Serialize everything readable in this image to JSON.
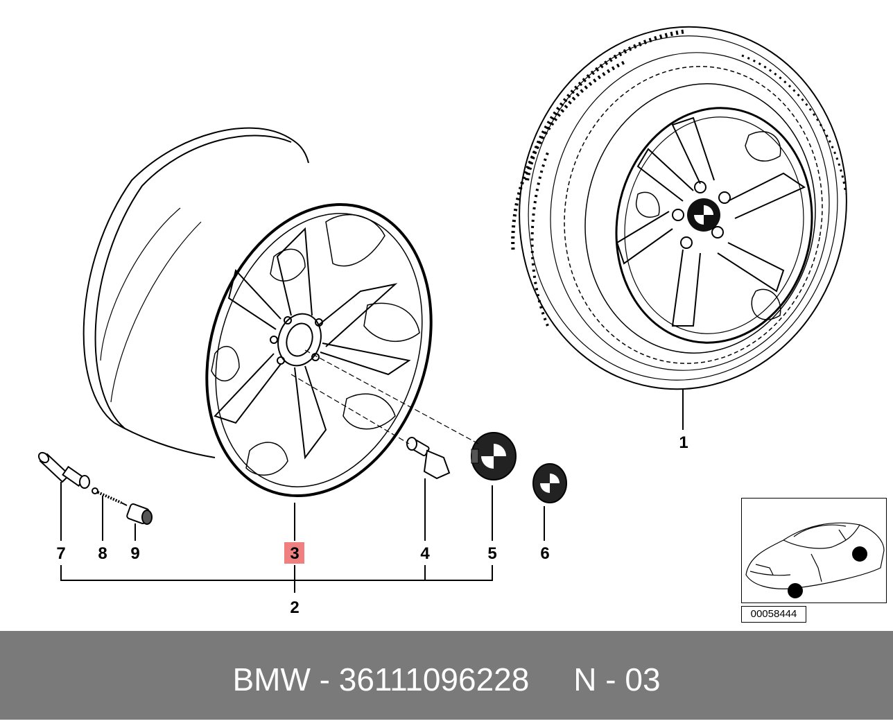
{
  "callouts": {
    "c1": "1",
    "c2": "2",
    "c3": "3",
    "c4": "4",
    "c5": "5",
    "c6": "6",
    "c7": "7",
    "c8": "8",
    "c9": "9"
  },
  "highlight_color": "#f08080",
  "reference_code": "00058444",
  "footer": {
    "brand": "BMW",
    "separator": " - ",
    "part_number": "36111096228",
    "position_code": "N - 03",
    "background": "#7a7a7a"
  }
}
